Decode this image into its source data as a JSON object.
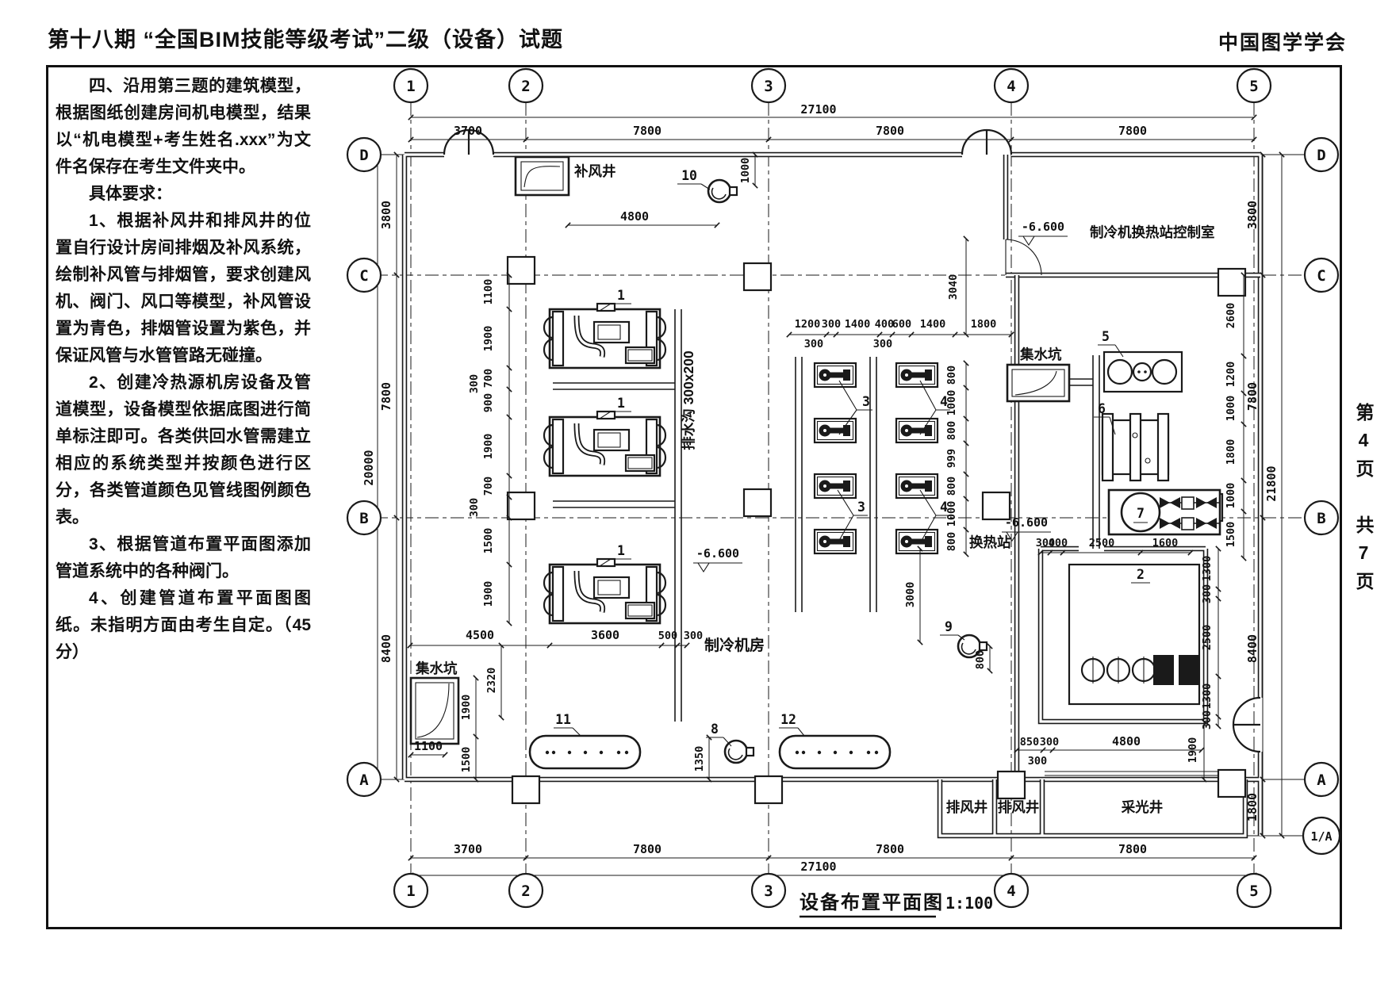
{
  "header": {
    "left_title": "第十八期 “全国BIM技能等级考试”二级（设备）试题",
    "right_title": "中国图学学会"
  },
  "page_note": "第4页 共7页",
  "sidebar": {
    "p1": "四、沿用第三题的建筑模型，根据图纸创建房间机电模型，结果以“机电模型+考生姓名.xxx”为文件名保存在考生文件夹中。",
    "p2": "具体要求：",
    "p3": "1、根据补风井和排风井的位置自行设计房间排烟及补风系统，绘制补风管与排烟管，要求创建风机、阀门、风口等模型，补风管设置为青色，排烟管设置为紫色，并保证风管与水管管路无碰撞。",
    "p4": "2、创建冷热源机房设备及管道模型，设备模型依据底图进行简单标注即可。各类供回水管需建立相应的系统类型并按颜色进行区分，各类管道颜色见管线图例颜色表。",
    "p5": "3、根据管道布置平面图添加管道系统中的各种阀门。",
    "p6": "4、创建管道布置平面图图纸。未指明方面由考生自定。（45分）"
  },
  "plan": {
    "title": "设备布置平面图",
    "scale": "1:100",
    "elevation": "-6.600",
    "rooms": {
      "chiller_room": "制冷机房",
      "control_room": "制冷机换热站控制室",
      "hx_station": "换热站",
      "supply_air_shaft": "补风井",
      "exhaust_shaft": "排风井",
      "daylight_well": "采光井",
      "sump": "集水坑",
      "drain_trench": "排水沟 300x200"
    },
    "grid": {
      "c1": "1",
      "c2": "2",
      "c3": "3",
      "c4": "4",
      "c5": "5",
      "rD": "D",
      "rC": "C",
      "rB": "B",
      "rA": "A",
      "rA1": "1/A"
    }
  },
  "tags": {
    "t1": "1",
    "t2": "2",
    "t3": "3",
    "t4": "4",
    "t5": "5",
    "t6": "6",
    "t7": "7",
    "t8": "8",
    "t9": "9",
    "t10": "10",
    "t11": "11",
    "t12": "12"
  },
  "dims": {
    "d27100": "27100",
    "d3700": "3700",
    "d7800": "7800",
    "d3800": "3800",
    "d8400": "8400",
    "d20000": "20000",
    "d21800": "21800",
    "d1800": "1800",
    "d1100": "1100",
    "d1900": "1900",
    "d700": "700",
    "d900": "900",
    "d300": "300",
    "d1500": "1500",
    "d1200": "1200",
    "d1400": "1400",
    "d400": "400",
    "d600": "600",
    "d3040": "3040",
    "d800": "800",
    "d1000": "1000",
    "d999": "999",
    "d2600": "2600",
    "d4800": "4800",
    "d4500": "4500",
    "d3600": "3600",
    "d500": "500",
    "d2320": "2320",
    "d1350": "1350",
    "d3000": "3000",
    "d2500": "2500",
    "d1600": "1600",
    "d1300": "1300",
    "d850": "850"
  }
}
